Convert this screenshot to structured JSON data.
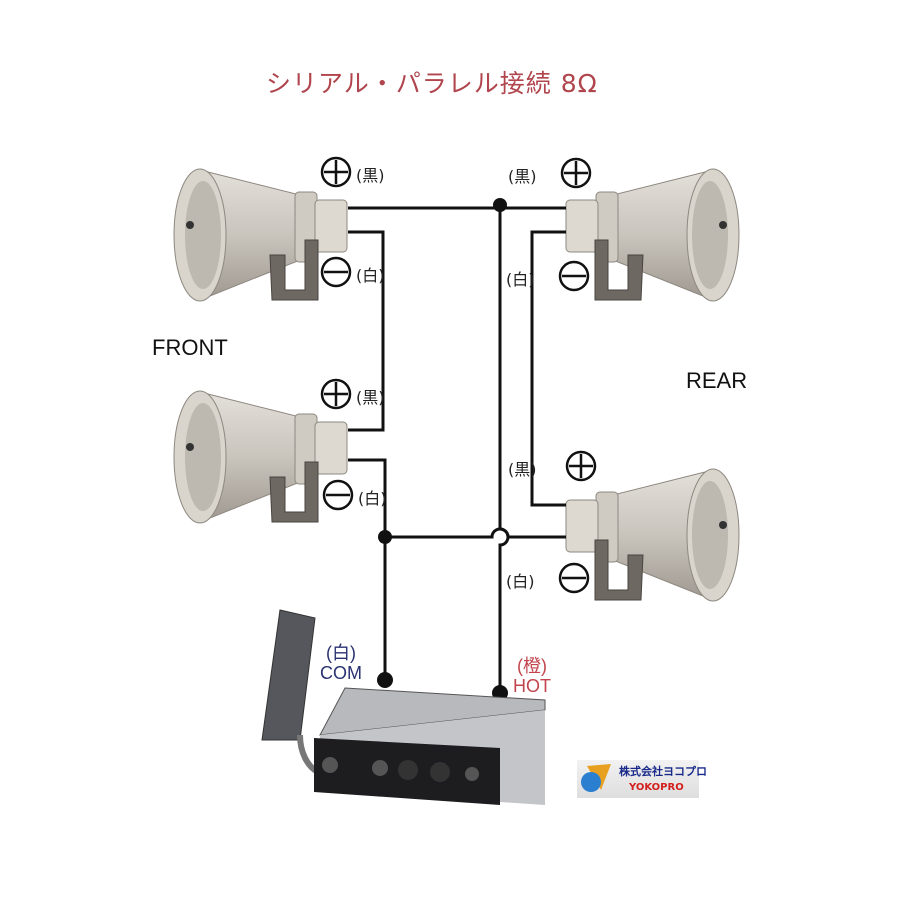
{
  "title": "シリアル・パラレル接続 8Ω",
  "groups": {
    "front": "FRONT",
    "rear": "REAR"
  },
  "wire_labels": {
    "black": "(黒)",
    "white": "(白)"
  },
  "terminals": {
    "com": {
      "color_label": "(白)",
      "label": "COM"
    },
    "hot": {
      "color_label": "(橙)",
      "label": "HOT"
    }
  },
  "logo": {
    "jp": "株式会社ヨコプロ",
    "en": "YOKOPRO"
  },
  "colors": {
    "title": "#b0454d",
    "com": "#2a3270",
    "hot": "#c0454d",
    "wire": "#111111"
  }
}
